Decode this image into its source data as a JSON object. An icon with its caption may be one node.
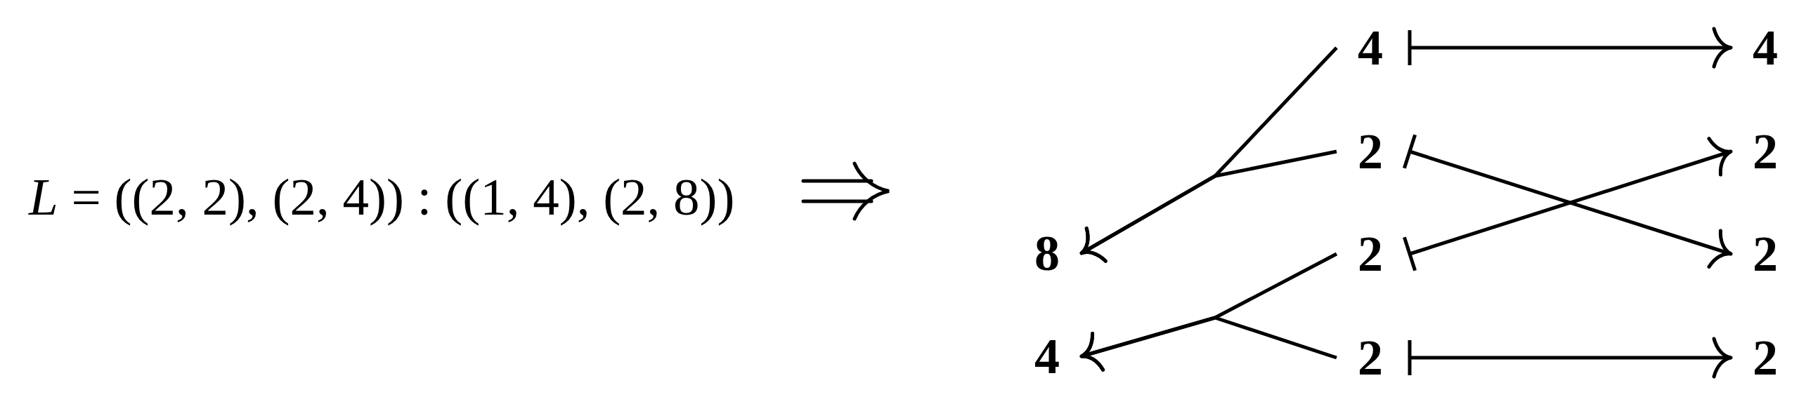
{
  "diagram": {
    "nodes": [
      {
        "text": [
          "4"
        ]
      },
      {
        "text": [
          "4"
        ]
      },
      {
        "text": [
          "2"
        ]
      },
      {
        "text": [
          "2"
        ]
      },
      {
        "text": [
          "8"
        ]
      },
      {
        "text": [
          "2"
        ]
      },
      {
        "text": [
          "2"
        ]
      },
      {
        "text": [
          "4"
        ]
      },
      {
        "text": [
          "2"
        ]
      },
      {
        "text": [
          "2"
        ]
      }
    ],
    "edges": [
      {
        "from": 0,
        "to": 4,
        "arrow": "to"
      },
      {
        "from": 2,
        "to": 4,
        "arrow": "to"
      },
      {
        "from": 5,
        "to": 7,
        "arrow": "to"
      },
      {
        "from": 8,
        "to": 7,
        "arrow": "to"
      },
      {
        "from": 0,
        "to": 1,
        "arrow": "to"
      },
      {
        "from": 2,
        "to": 6,
        "arrow": "to"
      },
      {
        "from": 5,
        "to": 3,
        "arrow": "to"
      },
      {
        "from": 8,
        "to": 9,
        "arrow": "to"
      }
    ],
    "labels": [
      "*L* = ((2, 2), (2, 4)) : ((1, 4), (2, 8))"
    ]
  }
}
